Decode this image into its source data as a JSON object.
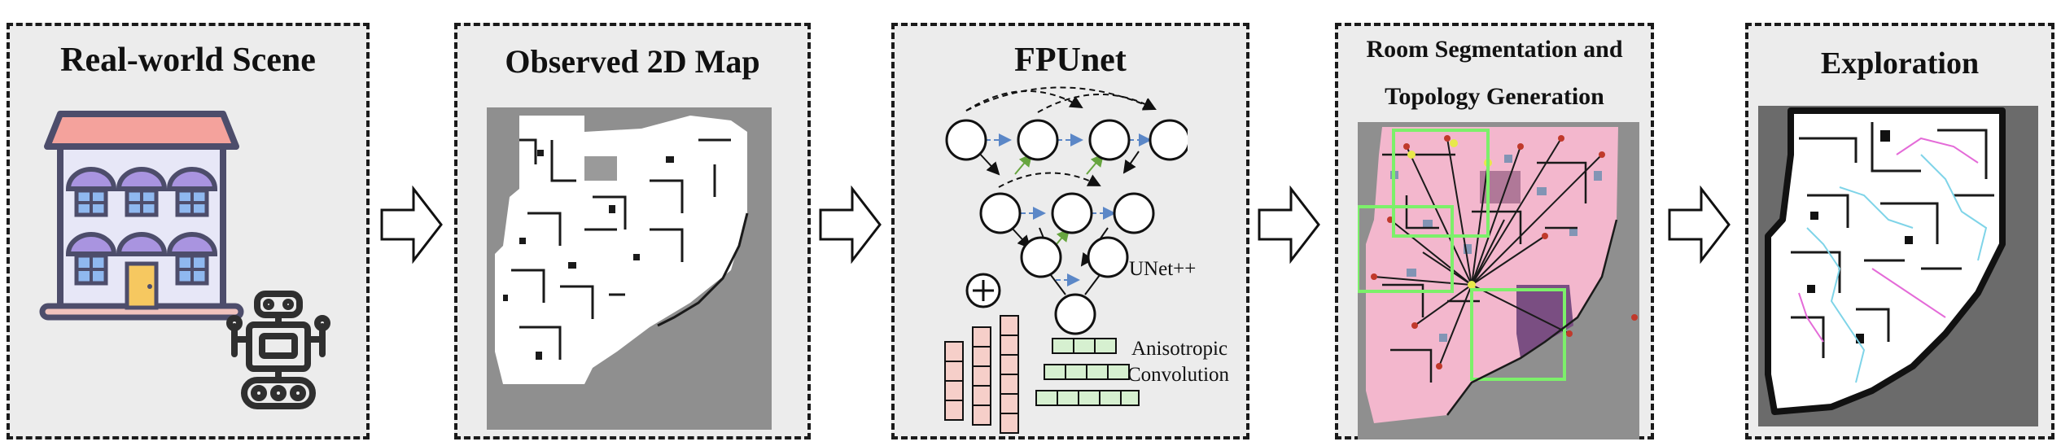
{
  "panels": {
    "scene": {
      "title": "Real-world Scene"
    },
    "map": {
      "title": "Observed 2D Map"
    },
    "fpunet": {
      "title": "FPUnet",
      "unet_label": "UNet++",
      "plus_symbol": "+",
      "aniso_line1": "Anisotropic",
      "aniso_line2": "Convolution"
    },
    "segmentation": {
      "title_line1": "Room Segmentation and",
      "title_line2": "Topology Generation"
    },
    "exploration": {
      "title": "Exploration"
    }
  },
  "colors": {
    "panel_bg": "#ececec",
    "map_gray": "#8f8f8f",
    "building_roof": "#f4a29c",
    "building_body": "#e7e7f7",
    "windows": "#8f7ed3",
    "door": "#f6c860",
    "robot": "#2f2f2f",
    "room_pink": "#f3b7cd",
    "room_purple": "#7a4e82",
    "green_box": "#7cf06a",
    "path_cyan": "#7fd4e8",
    "path_magenta": "#e46bd8",
    "conv_pink": "#f6cfc9",
    "conv_green": "#d6f0d0"
  },
  "icons": [
    "building-icon",
    "robot-icon",
    "right-arrow-icon",
    "plus-circle-icon"
  ]
}
